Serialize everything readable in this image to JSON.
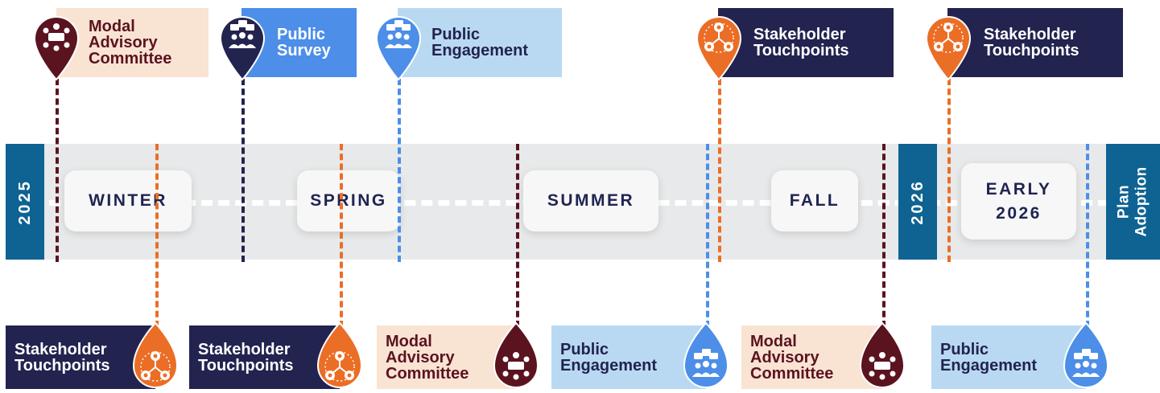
{
  "colors": {
    "maroon": "#5b1320",
    "navy": "#22234f",
    "blue": "#4c8ee8",
    "light_blue": "#b9d9f3",
    "orange": "#eb6e26",
    "peach": "#f9e3d3",
    "teal_blue": "#0e6392",
    "band_gray": "#e8e9ea"
  },
  "years": {
    "start": "2025",
    "mid": "2026",
    "end": "Plan\nAdoption"
  },
  "seasons": {
    "winter": "WINTER",
    "spring": "SPRING",
    "summer": "SUMMER",
    "fall": "FALL",
    "early_2026": "EARLY\n2026"
  },
  "top_events": [
    {
      "label": "Modal\nAdvisory\nCommittee",
      "type": "modal-advisory-committee",
      "icon": "committee-table-icon"
    },
    {
      "label": "Public\nSurvey",
      "type": "public-survey",
      "icon": "survey-chat-icon"
    },
    {
      "label": "Public\nEngagement",
      "type": "public-engagement",
      "icon": "engagement-chat-icon"
    },
    {
      "label": "Stakeholder\nTouchpoints",
      "type": "stakeholder-touchpoints",
      "icon": "stakeholder-network-icon"
    },
    {
      "label": "Stakeholder\nTouchpoints",
      "type": "stakeholder-touchpoints",
      "icon": "stakeholder-network-icon"
    }
  ],
  "bottom_events": [
    {
      "label": "Stakeholder\nTouchpoints",
      "type": "stakeholder-touchpoints",
      "icon": "stakeholder-network-icon"
    },
    {
      "label": "Stakeholder\nTouchpoints",
      "type": "stakeholder-touchpoints",
      "icon": "stakeholder-network-icon"
    },
    {
      "label": "Modal\nAdvisory\nCommittee",
      "type": "modal-advisory-committee",
      "icon": "committee-table-icon"
    },
    {
      "label": "Public\nEngagement",
      "type": "public-engagement",
      "icon": "engagement-chat-icon"
    },
    {
      "label": "Modal\nAdvisory\nCommittee",
      "type": "modal-advisory-committee",
      "icon": "committee-table-icon"
    },
    {
      "label": "Public\nEngagement",
      "type": "public-engagement",
      "icon": "engagement-chat-icon"
    }
  ]
}
